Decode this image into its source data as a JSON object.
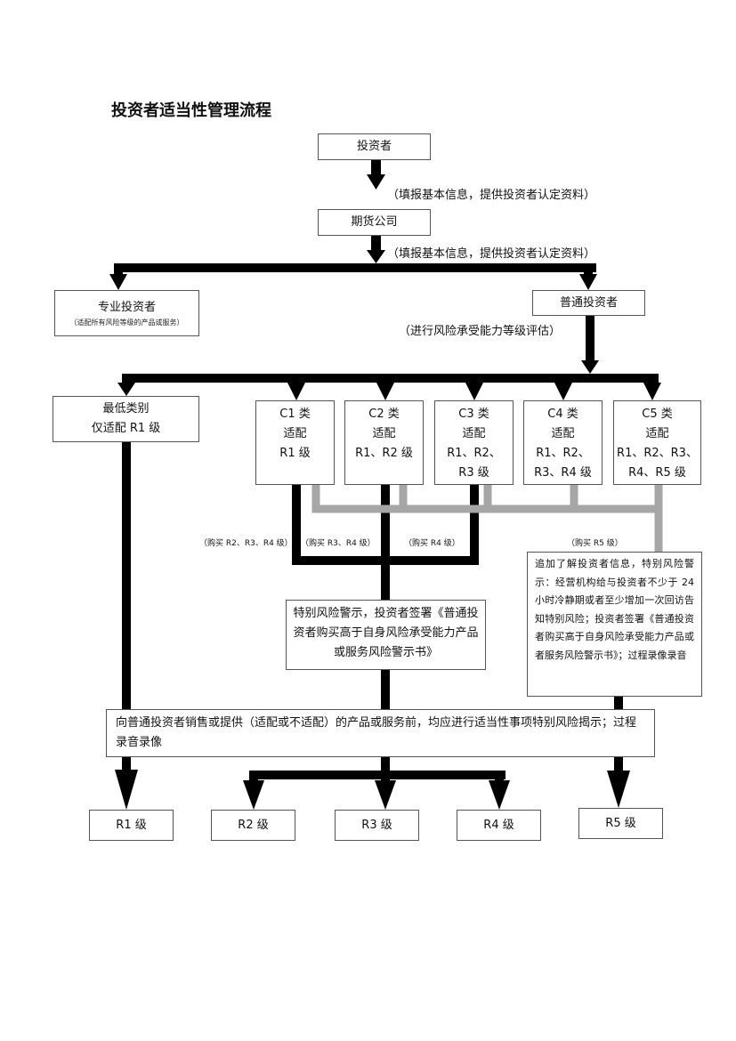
{
  "title": "投资者适当性管理流程",
  "nodes": {
    "investor": "投资者",
    "note1": "（填报基本信息，提供投资者认定资料）",
    "futures_company": "期货公司",
    "note2": "（填报基本信息，提供投资者认定资料）",
    "professional": "专业投资者",
    "professional_sub": "（适配所有风险等级的产品或服务）",
    "ordinary": "普通投资者",
    "note3": "（进行风险承受能力等级评估）",
    "lowest_line1": "最低类别",
    "lowest_line2": "仅适配 R1 级",
    "c1": [
      "C1 类",
      "适配",
      "R1 级"
    ],
    "c2": [
      "C2 类",
      "适配",
      "R1、R2 级"
    ],
    "c3": [
      "C3 类",
      "适配",
      "R1、R2、",
      "R3 级"
    ],
    "c4": [
      "C4 类",
      "适配",
      "R1、R2、",
      "R3、R4 级"
    ],
    "c5": [
      "C5 类",
      "适配",
      "R1、R2、R3、",
      "R4、R5 级"
    ],
    "buy_c1": "（购买 R2、R3、R4 级）",
    "buy_c2": "（购买 R3、R4 级）",
    "buy_c3": "（购买 R4 级）",
    "buy_c4": "（购买 R5 级）",
    "warning": "特别风险警示，投资者签署《普通投资者购买高于自身风险承受能力产品或服务风险警示书》",
    "r5_warning": "追加了解投资者信息，特别风险警示：经营机构给与投资者不少于 24 小时冷静期或者至少增加一次回访告知特别风险；投资者签署《普通投资者购买高于自身风险承受能力产品或者服务风险警示书》；过程录像录音",
    "disclosure": "向普通投资者销售或提供（适配或不适配）的产品或服务前，均应进行适当性事项特别风险揭示；过程录音录像",
    "r1": "R1 级",
    "r2": "R2 级",
    "r3": "R3 级",
    "r4": "R4 级",
    "r5": "R5 级"
  },
  "colors": {
    "main_arrow": "#000000",
    "secondary_line": "#a6a6a6",
    "border": "#555555"
  }
}
